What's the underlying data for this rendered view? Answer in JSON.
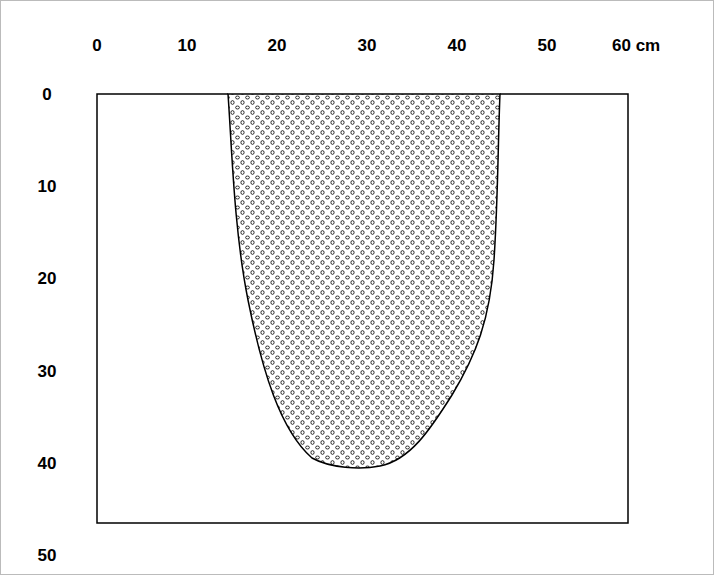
{
  "diagram": {
    "labels": [
      "0",
      "10",
      "20",
      "30",
      "40",
      "50",
      "60 cm",
      "0",
      "10",
      "20",
      "30",
      "40",
      "50"
    ]
  }
}
